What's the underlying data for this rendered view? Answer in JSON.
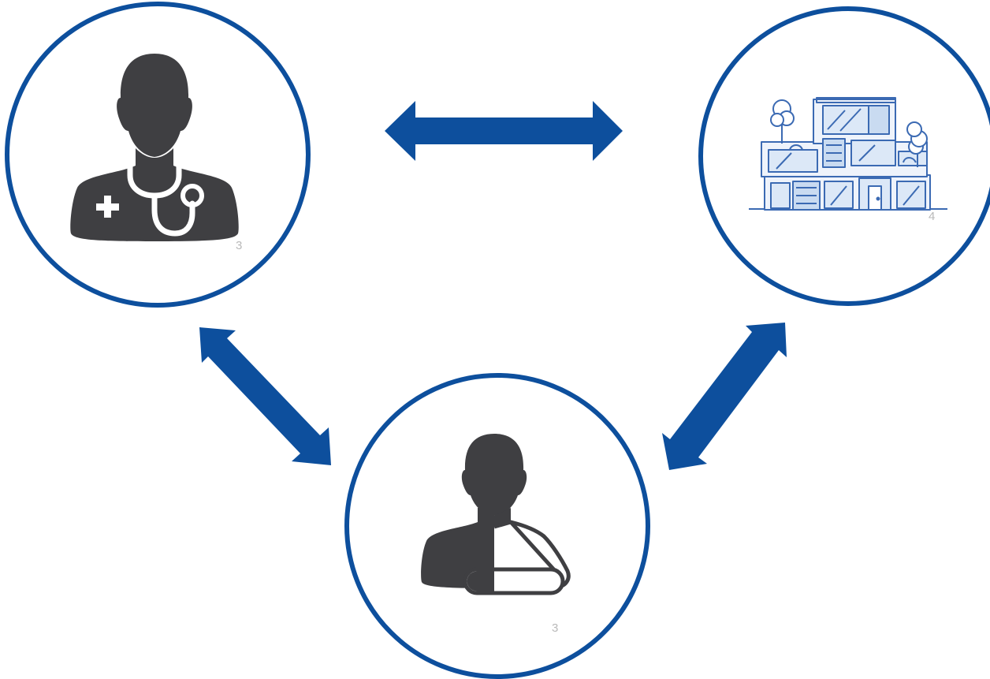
{
  "colors": {
    "ring": "#0d4f9d",
    "arrow": "#0d4f9d",
    "silhouette": "#3f3f42",
    "building_stroke": "#3b6ab3",
    "building_fill": "#dce8f7",
    "label": "#b9b9b9"
  },
  "nodes": [
    {
      "id": "doctor",
      "icon": "doctor-icon",
      "label": "3"
    },
    {
      "id": "building",
      "icon": "building-icon",
      "label": "4"
    },
    {
      "id": "patient",
      "icon": "injured-patient-icon",
      "label": "3"
    }
  ],
  "edges": [
    {
      "from": "doctor",
      "to": "building",
      "type": "bidirectional"
    },
    {
      "from": "doctor",
      "to": "patient",
      "type": "bidirectional"
    },
    {
      "from": "building",
      "to": "patient",
      "type": "bidirectional"
    }
  ]
}
